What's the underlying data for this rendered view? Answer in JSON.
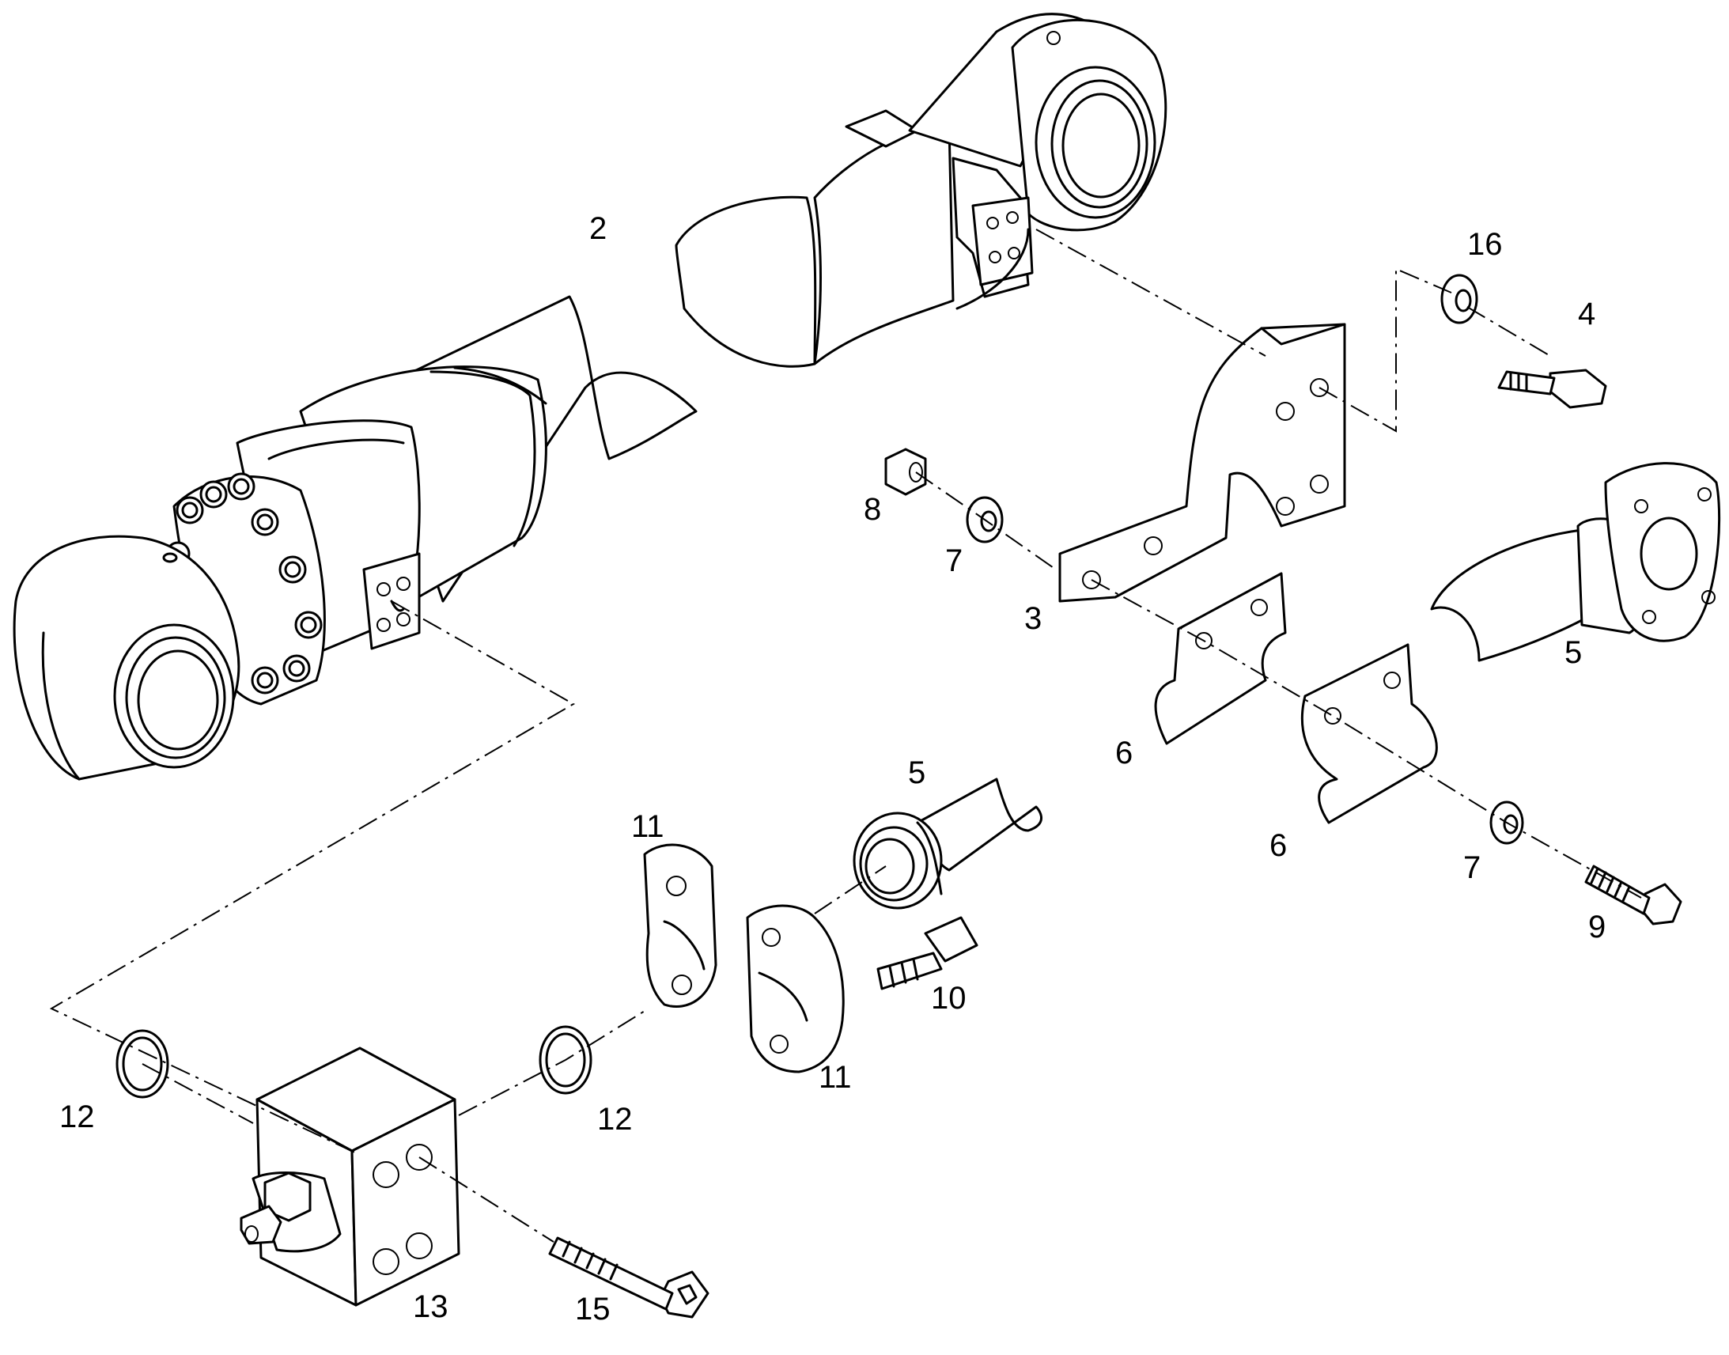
{
  "callouts": {
    "c2": "2",
    "c16": "16",
    "c4": "4",
    "c8": "8",
    "c7a": "7",
    "c3": "3",
    "c5a": "5",
    "c6a": "6",
    "c6b": "6",
    "c5b": "5",
    "c11a": "11",
    "c7b": "7",
    "c9": "9",
    "c10": "10",
    "c11b": "11",
    "c12a": "12",
    "c12b": "12",
    "c13": "13",
    "c15": "15"
  }
}
